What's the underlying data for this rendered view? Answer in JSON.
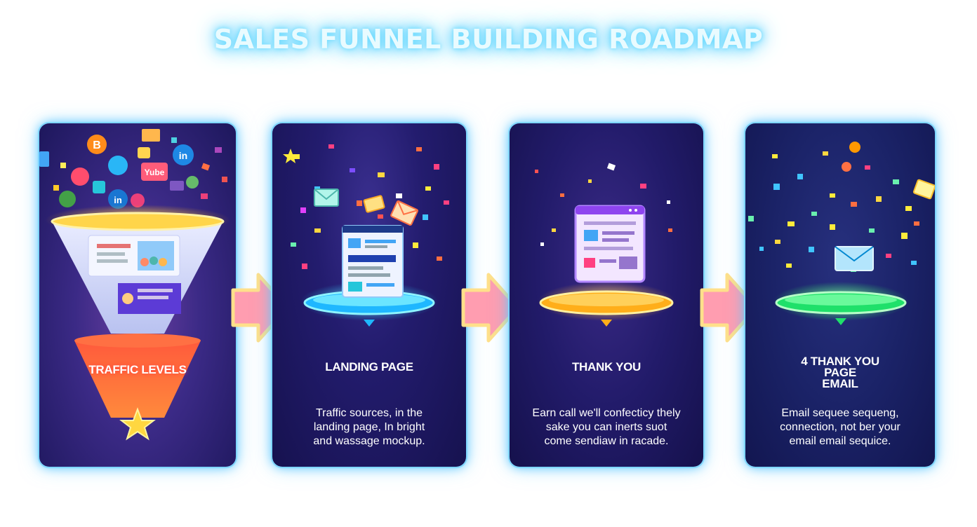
{
  "title": "SALES FUNNEL BUILDING ROADMAP",
  "stages": [
    {
      "label": "TRAFFIC LEVELS",
      "icons": [
        "social-media-icons",
        "funnel-icon",
        "star-icon"
      ]
    },
    {
      "title": "LANDING PAGE",
      "desc": [
        "Traffic sources, in the",
        "landing page, In bright",
        "and wassage mockup."
      ],
      "icons": [
        "envelope-icon",
        "webpage-mockup-icon",
        "glowing-pedestal-icon"
      ],
      "pedestal_color": "#34e2ff"
    },
    {
      "title": "THANK YOU",
      "desc": [
        "Earn call we'll confecticy thely",
        "sake you can inerts suot",
        "come sendiaw in racade."
      ],
      "icons": [
        "browser-window-icon",
        "glowing-pedestal-icon"
      ],
      "pedestal_color": "#ffb020"
    },
    {
      "title_lines": [
        "4   THANK YOU",
        "PAGE",
        "EMAIL"
      ],
      "desc": [
        "Email sequee sequeng,",
        "connection, not ber your",
        "email email sequice."
      ],
      "icons": [
        "envelope-icon",
        "glowing-pedestal-icon"
      ],
      "pedestal_color": "#3cff6a"
    }
  ],
  "colors": {
    "card_border": "#7fd6ff",
    "title_glow": "#6fdcff",
    "arrow_fill": "#ff9db0",
    "arrow_glow": "#ffd76a"
  }
}
